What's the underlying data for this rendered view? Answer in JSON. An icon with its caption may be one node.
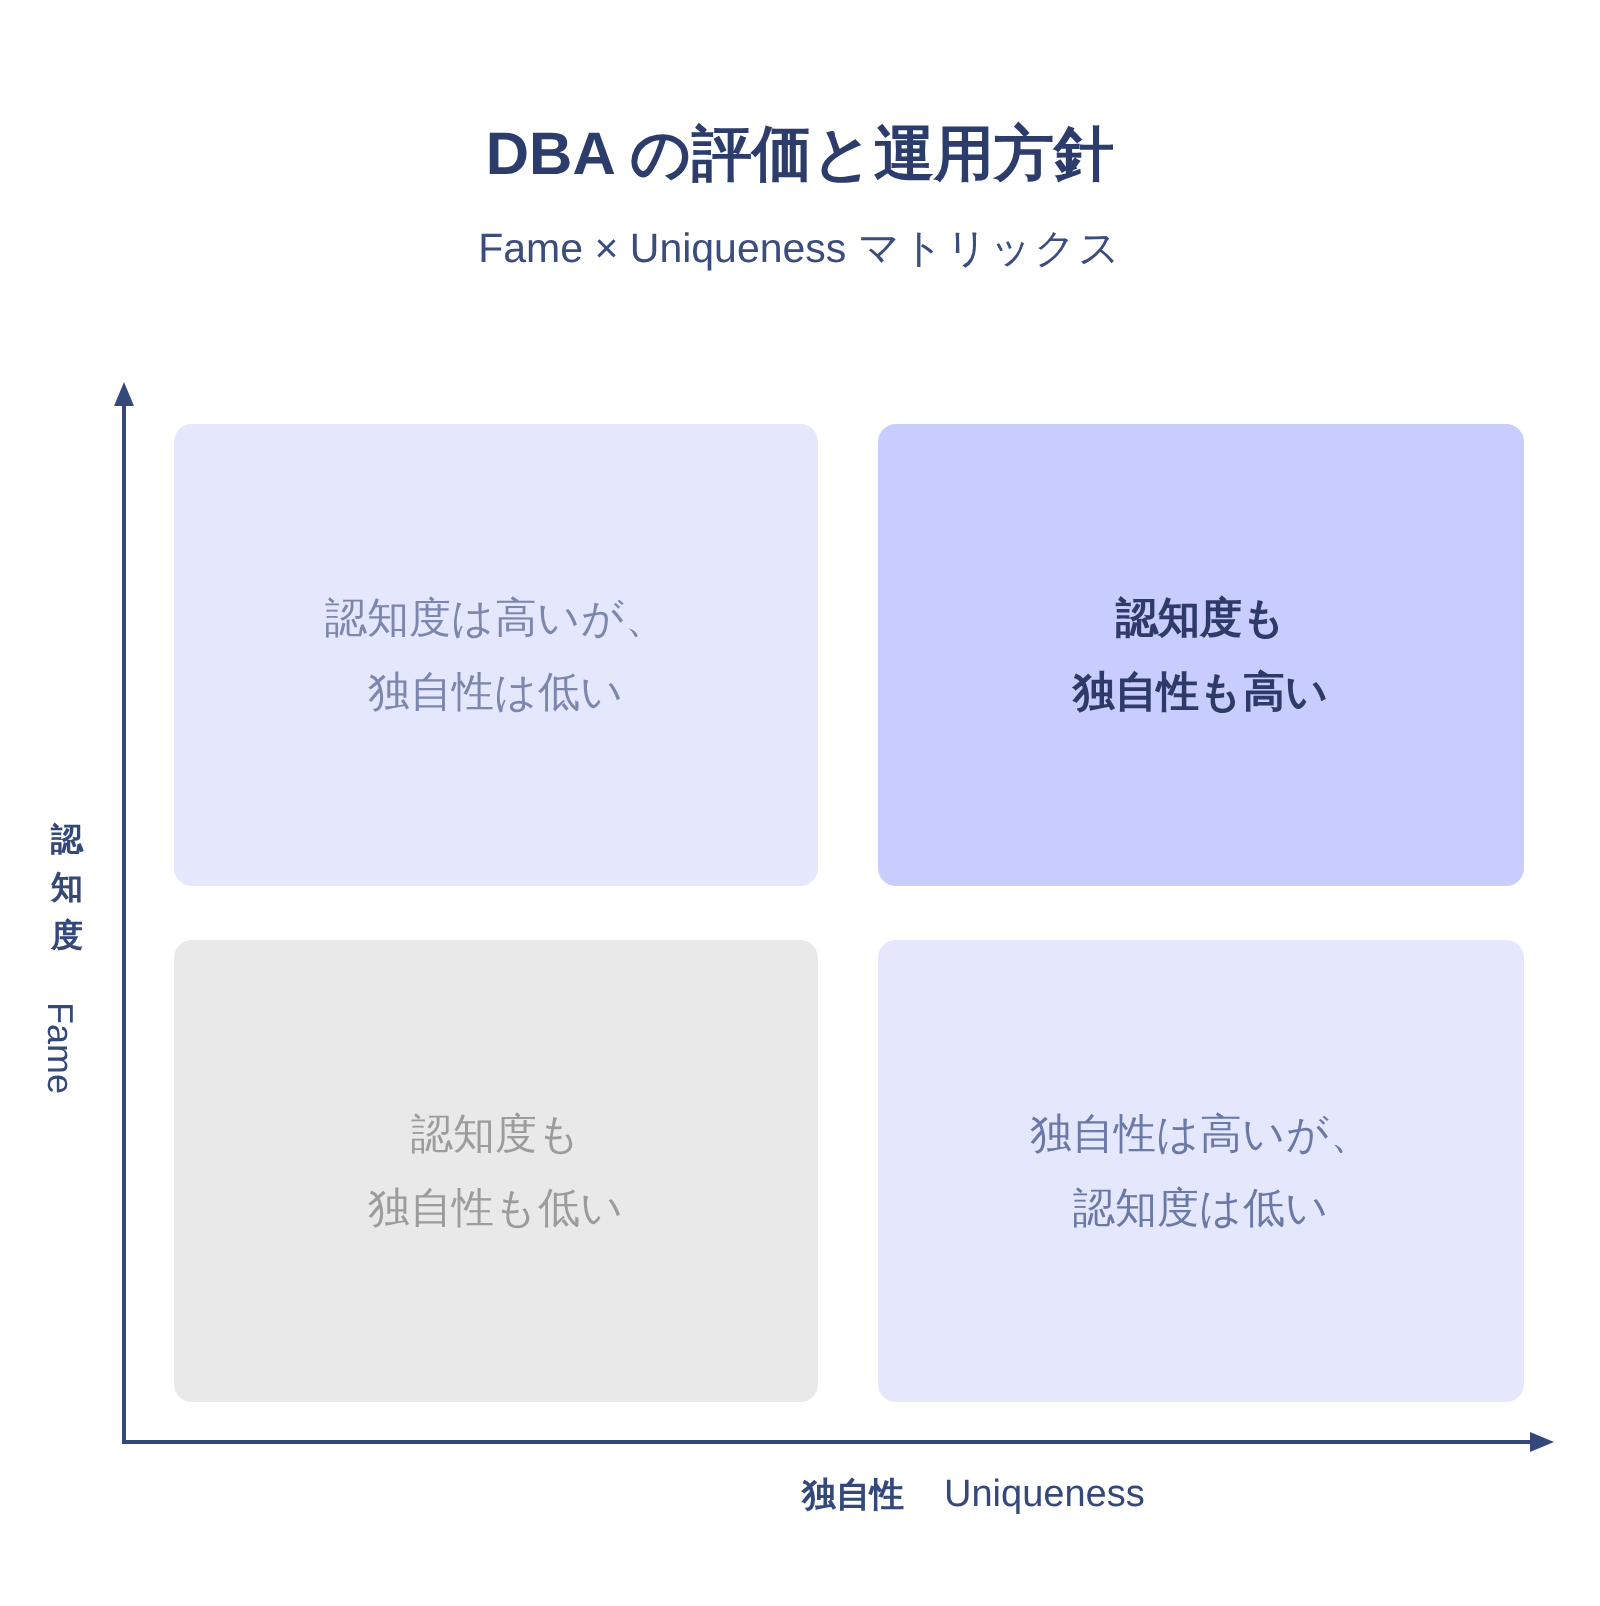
{
  "diagram": {
    "title": "DBA の評価と運用方針",
    "nodes": [
      {
        "text": [
          "認知度は高いが、独自性は低い"
        ]
      },
      {
        "text": [
          "認知度も独自性も高い"
        ]
      },
      {
        "text": [
          "認知度も独自性も低い"
        ]
      },
      {
        "text": [
          "独自性は高いが、認知度は低い"
        ]
      }
    ],
    "labels": [
      "Fame × Uniqueness マトリックス",
      "認知度",
      "Fame",
      "独自性",
      "Uniqueness"
    ]
  }
}
